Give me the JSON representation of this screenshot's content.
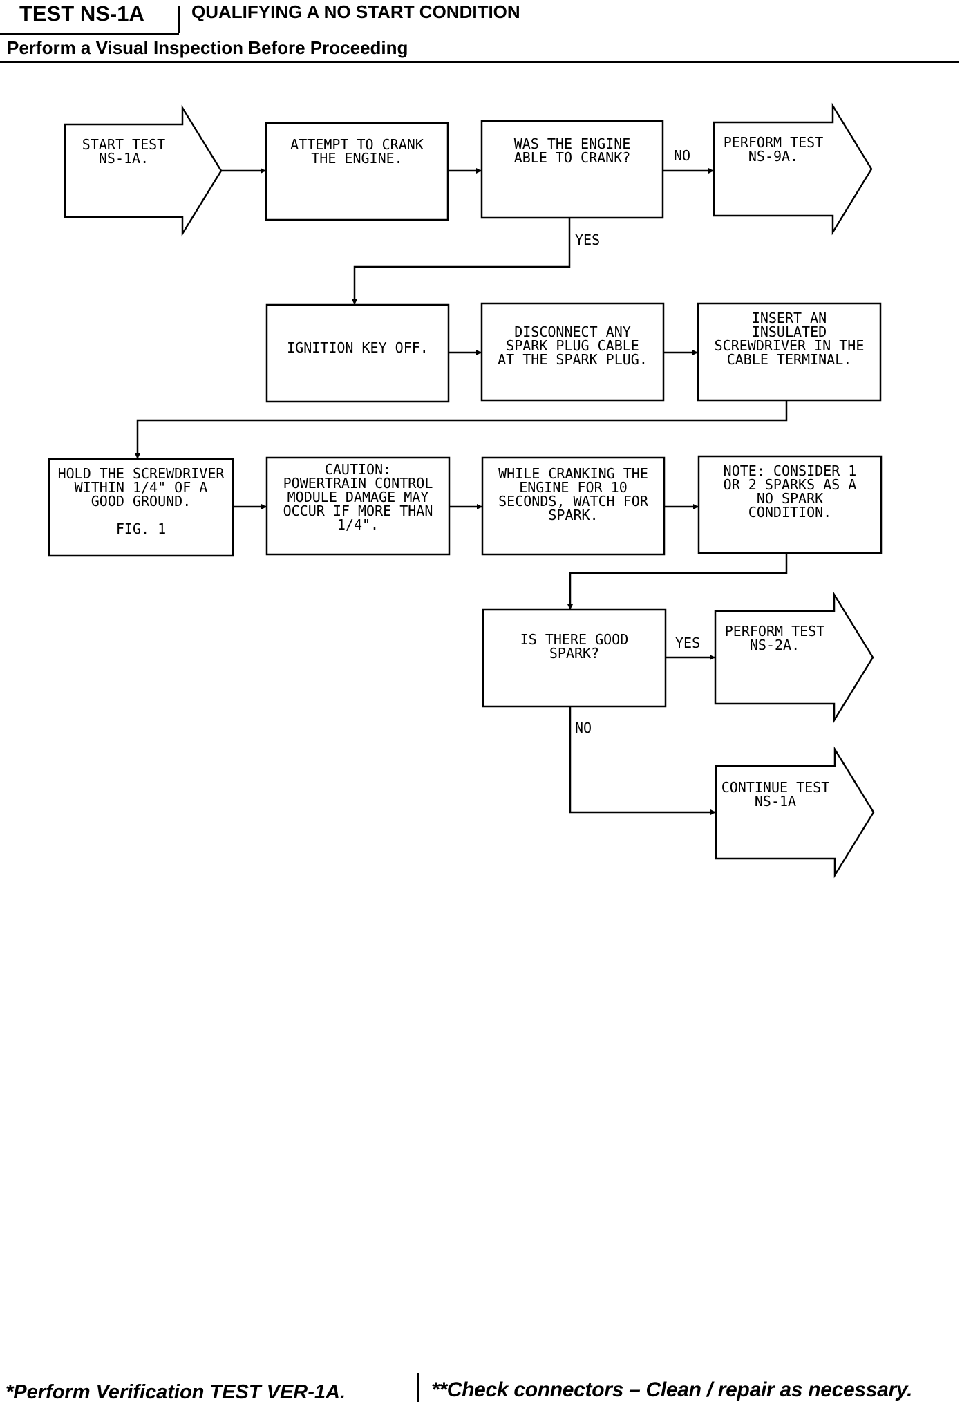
{
  "header": {
    "test_id": "TEST NS-1A",
    "title": "QUALIFYING A NO START CONDITION",
    "subtitle": "Perform a Visual Inspection Before Proceeding"
  },
  "flowchart": {
    "nodes": {
      "start": [
        "START TEST",
        "NS-1A."
      ],
      "crank": [
        "ATTEMPT TO CRANK",
        "THE ENGINE."
      ],
      "able": [
        "WAS THE ENGINE",
        "ABLE TO CRANK?"
      ],
      "ns9a": [
        "PERFORM TEST",
        "NS-9A."
      ],
      "keyoff": [
        "IGNITION KEY OFF."
      ],
      "disconnect": [
        "DISCONNECT ANY",
        "SPARK PLUG CABLE",
        "AT THE SPARK PLUG."
      ],
      "insert": [
        "INSERT AN",
        "INSULATED",
        "SCREWDRIVER IN THE",
        "CABLE TERMINAL."
      ],
      "hold": [
        "HOLD THE SCREWDRIVER",
        "WITHIN 1/4\" OF A",
        "GOOD GROUND.",
        "",
        "FIG. 1"
      ],
      "caution": [
        "CAUTION:",
        "POWERTRAIN CONTROL",
        "MODULE DAMAGE MAY",
        "OCCUR IF MORE THAN",
        "1/4\"."
      ],
      "while": [
        "WHILE CRANKING THE",
        "ENGINE FOR 10",
        "SECONDS, WATCH FOR",
        "SPARK."
      ],
      "note": [
        "NOTE: CONSIDER 1",
        "OR 2 SPARKS AS A",
        "NO SPARK",
        "CONDITION."
      ],
      "goodspark": [
        "IS THERE GOOD",
        "SPARK?"
      ],
      "ns2a": [
        "PERFORM TEST",
        "NS-2A."
      ],
      "continue": [
        "CONTINUE TEST",
        "NS-1A"
      ]
    },
    "labels": {
      "no1": "NO",
      "yes1": "YES",
      "yes2": "YES",
      "no2": "NO"
    }
  },
  "footer": {
    "left": "*Perform Verification TEST VER-1A.",
    "right": "**Check connectors – Clean / repair as necessary."
  }
}
